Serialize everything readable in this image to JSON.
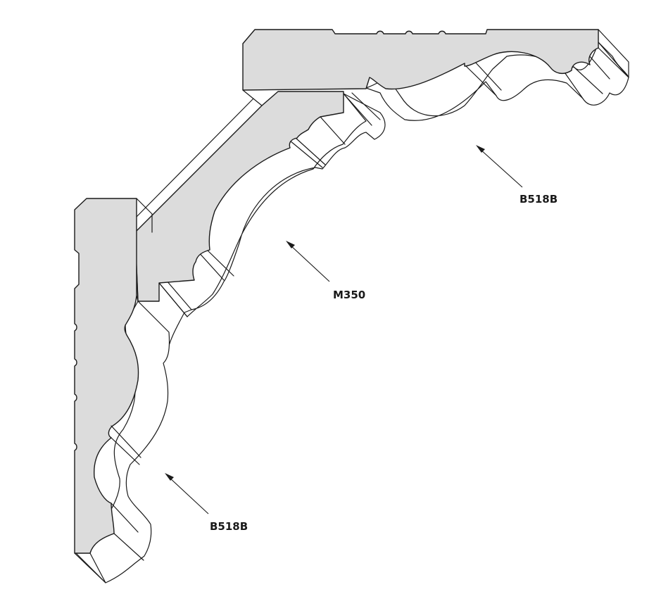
{
  "labels": {
    "top_molding": "B518B",
    "center_molding": "M350",
    "bottom_molding": "B518B"
  },
  "colors": {
    "profile_fill": "#dcdcdc",
    "face_fill": "#ffffff",
    "line": "#1a1a1a"
  }
}
